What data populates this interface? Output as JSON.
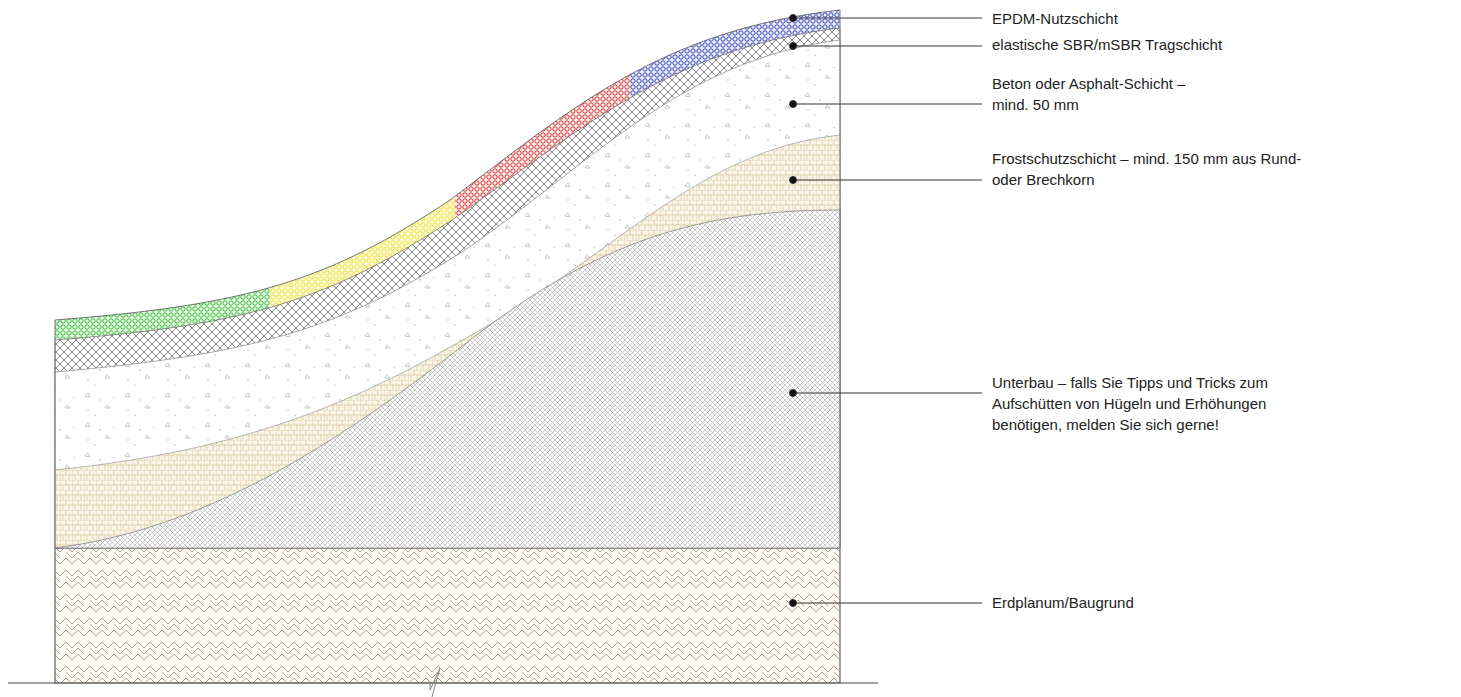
{
  "diagram": {
    "labels": [
      "EPDM-Nutzschicht",
      "elastische SBR/mSBR Tragschicht",
      "Beton oder Asphalt-Schicht – mind. 50 mm",
      "Frostschutzschicht – mind. 150 mm aus Rund- oder Brechkorn",
      "Unterbau – falls Sie Tipps und Tricks zum Aufschütten von Hügeln und Erhöhungen benötigen, melden Sie sich gerne!",
      "Erdplanum/Baugrund"
    ]
  }
}
